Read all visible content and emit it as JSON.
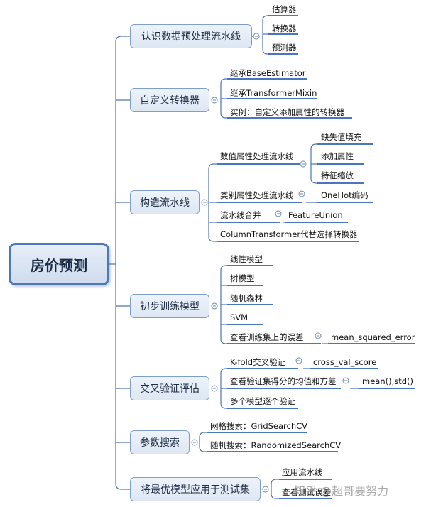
{
  "root": "房价预测",
  "branches": [
    {
      "label": "认识数据预处理流水线",
      "children": [
        "估算器",
        "转换器",
        "预测器"
      ]
    },
    {
      "label": "自定义转换器",
      "children": [
        "继承BaseEstimator",
        "继承TransformerMixin",
        "实例：自定义添加属性的转换器"
      ]
    },
    {
      "label": "构造流水线",
      "sub": [
        {
          "label": "数值属性处理流水线",
          "children": [
            "缺失值填充",
            "添加属性",
            "特征缩放"
          ]
        },
        {
          "label": "类别属性处理流水线",
          "children": [
            "OneHot编码"
          ]
        },
        {
          "label": "流水线合并",
          "children": [
            "FeatureUnion"
          ]
        },
        {
          "label": "ColumnTransformer代替选择转换器"
        }
      ]
    },
    {
      "label": "初步训练模型",
      "sub": [
        {
          "label": "线性模型"
        },
        {
          "label": "树模型"
        },
        {
          "label": "随机森林"
        },
        {
          "label": "SVM"
        },
        {
          "label": "查看训练集上的误差",
          "children": [
            "mean_squared_error"
          ]
        }
      ]
    },
    {
      "label": "交叉验证评估",
      "sub": [
        {
          "label": "K-fold交叉验证",
          "children": [
            "cross_val_score"
          ]
        },
        {
          "label": "查看验证集得分的均值和方差",
          "children": [
            "mean(),std()"
          ]
        },
        {
          "label": "多个模型逐个验证"
        }
      ]
    },
    {
      "label": "参数搜索",
      "children": [
        "网格搜索：GridSearchCV",
        "随机搜索：RandomizedSearchCV"
      ]
    },
    {
      "label": "将最优模型应用于测试集",
      "children": [
        "应用流水线",
        "查看测试误差"
      ]
    }
  ],
  "watermark": "知乎 @超哥要努力",
  "colors": {
    "connector": "#4d74b0",
    "collapse_circle": "#6f86ad",
    "underline": "#2f62b5",
    "box_border": "#7f9fc8",
    "root_border": "#4a78b8"
  }
}
